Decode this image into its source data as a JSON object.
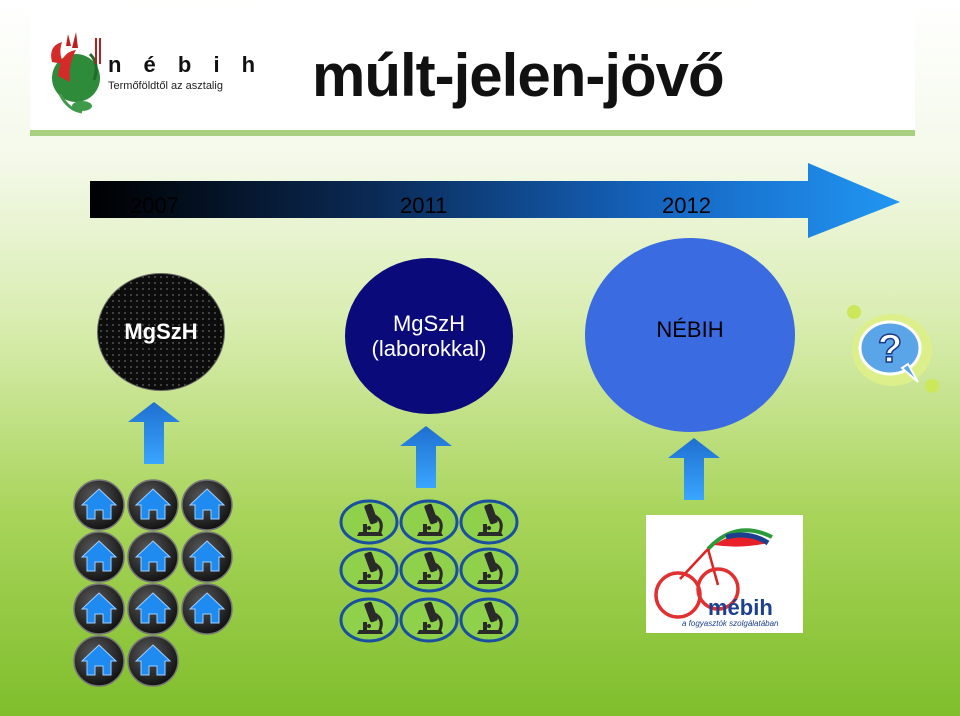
{
  "header": {
    "logo_name": "n é b i h",
    "logo_tagline": "Termőföldtől az asztalig",
    "title": "múlt-jelen-jövő"
  },
  "timeline": {
    "years": [
      "2007",
      "2011",
      "2012"
    ]
  },
  "stages": [
    {
      "label": "MgSzH"
    },
    {
      "label_line1": "MgSzH",
      "label_line2": "(laborokkal)"
    },
    {
      "label": "NÉBIH"
    }
  ],
  "mebih_logo": {
    "name": "mébih",
    "tagline": "a fogyasztók szolgálatában"
  },
  "icons": {
    "houses": {
      "name": "house-icon",
      "count": 11
    },
    "microscopes": {
      "name": "microscope-icon",
      "count": 9
    },
    "question": "question-bubble-icon"
  },
  "colors": {
    "arrow_blue": "#1a8fe0",
    "dark_blue_circle": "#0a0a7a",
    "light_blue_circle": "#3b6be0",
    "background_green": "#7fbe2c"
  }
}
